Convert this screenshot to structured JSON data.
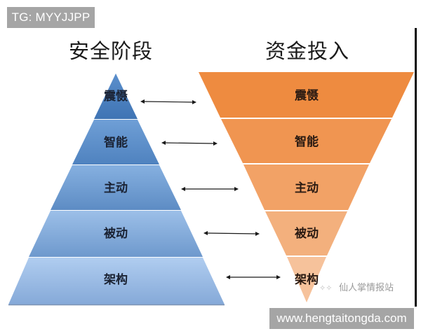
{
  "overlay": {
    "tag_label": "TG: MYYJJPP",
    "site_label": "www.hengtaitongda.com",
    "watermark_icon": "wechat-icon",
    "watermark_text": "仙人掌情报站"
  },
  "diagram": {
    "left_title": "安全阶段",
    "right_title": "资金投入",
    "colors": {
      "pyramid_dark": "#4a7fbe",
      "pyramid_light": "#a9c6ea",
      "funnel_top": "#ed8a3f",
      "funnel_bottom": "#f6c09a",
      "separator_line": "#0a0a0a"
    },
    "levels": [
      {
        "label": "震慑",
        "right_label": "震慑"
      },
      {
        "label": "智能",
        "right_label": "智能"
      },
      {
        "label": "主动",
        "right_label": "主动"
      },
      {
        "label": "被动",
        "right_label": "被动"
      },
      {
        "label": "架构",
        "right_label": "架构"
      }
    ],
    "arrows": [
      {
        "from": "震慑",
        "to": "震慑",
        "type": "bidirectional"
      },
      {
        "from": "智能",
        "to": "智能",
        "type": "bidirectional"
      },
      {
        "from": "主动",
        "to": "主动",
        "type": "bidirectional"
      },
      {
        "from": "被动",
        "to": "被动",
        "type": "bidirectional"
      },
      {
        "from": "架构",
        "to": "架构",
        "type": "bidirectional"
      }
    ]
  }
}
